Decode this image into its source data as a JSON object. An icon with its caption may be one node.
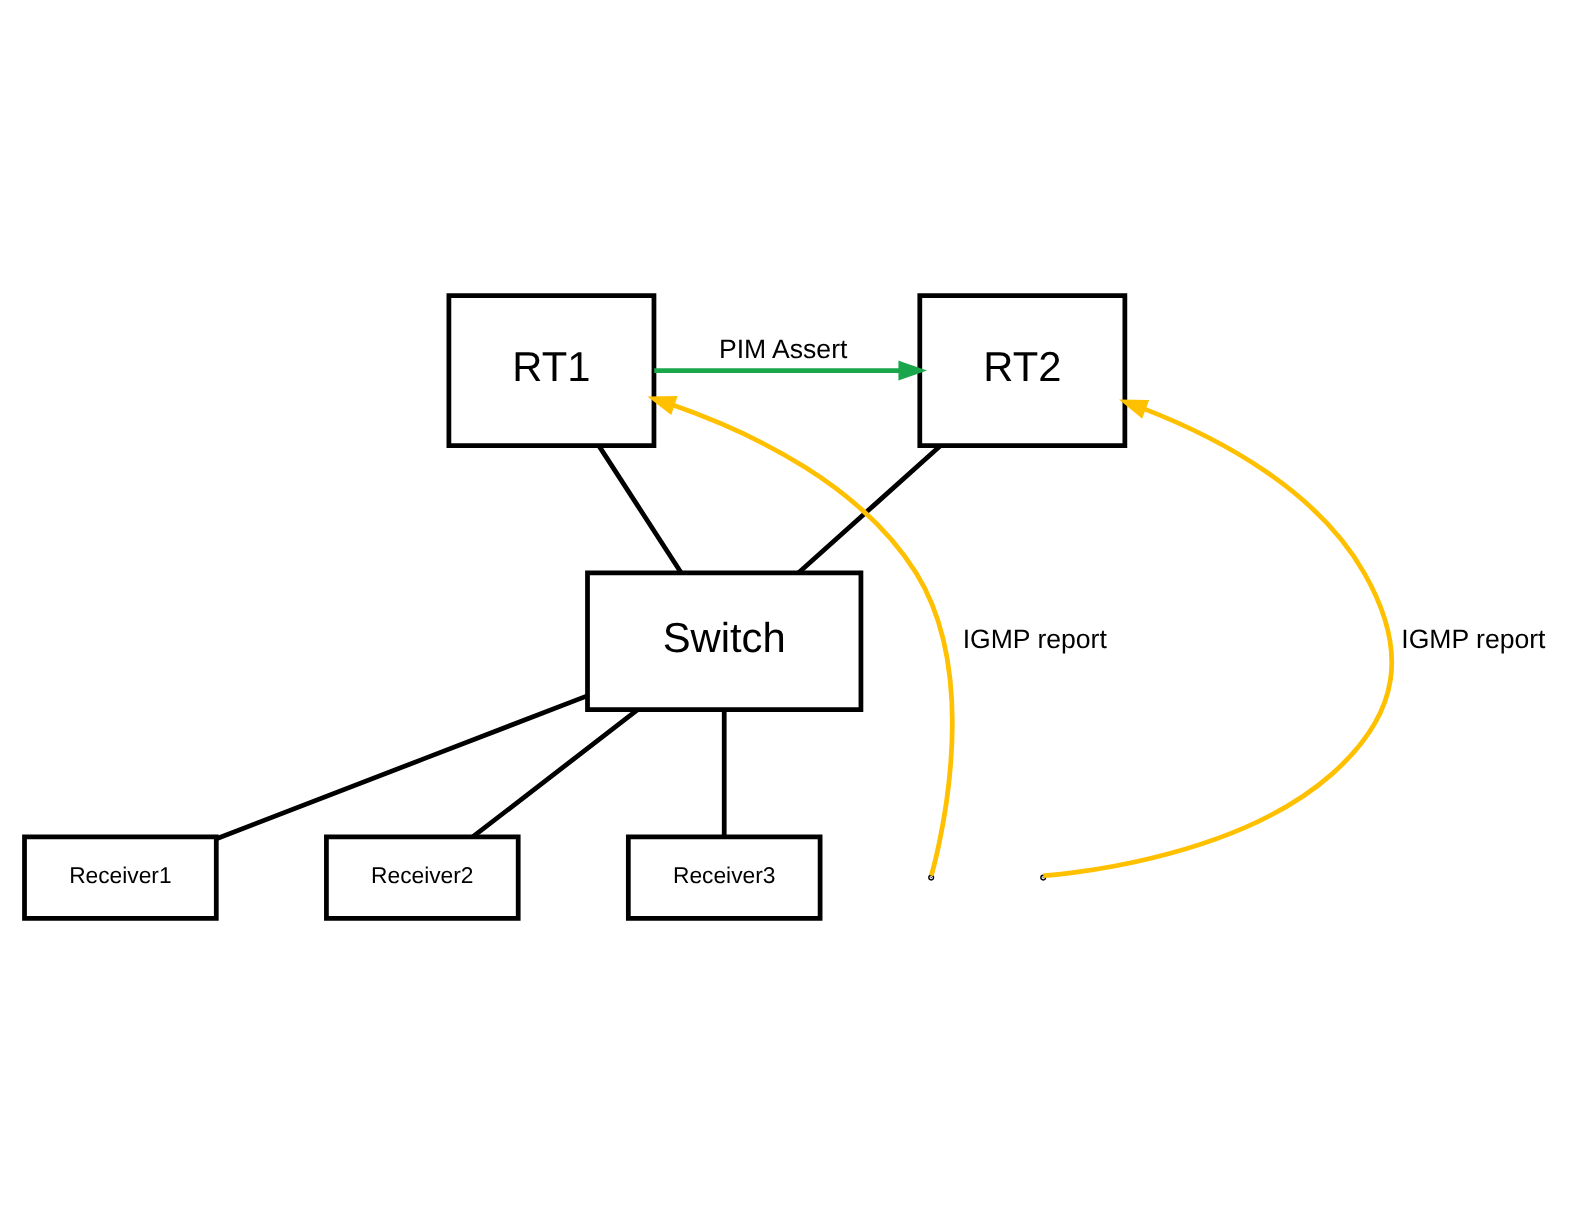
{
  "diagram": {
    "nodes": [
      {
        "text": [
          "RT1"
        ]
      },
      {
        "text": [
          "RT2"
        ]
      },
      {
        "text": [
          "Switch"
        ]
      },
      {
        "text": [
          "Receiver1"
        ]
      },
      {
        "text": [
          "Receiver2"
        ]
      },
      {
        "text": [
          "Receiver3"
        ]
      }
    ],
    "edges": [
      {
        "from": 0,
        "to": 2,
        "arrow": "none"
      },
      {
        "from": 1,
        "to": 2,
        "arrow": "none"
      },
      {
        "from": 2,
        "to": 3,
        "arrow": "none"
      },
      {
        "from": 2,
        "to": 4,
        "arrow": "none"
      },
      {
        "from": 2,
        "to": 5,
        "arrow": "none"
      },
      {
        "from": 0,
        "to": 1,
        "arrow": "to",
        "label": "PIM Assert",
        "color": "#1aa64a"
      },
      {
        "from": null,
        "to": 0,
        "arrow": "to",
        "label": "IGMP report",
        "color": "#ffc000"
      },
      {
        "from": null,
        "to": 1,
        "arrow": "to",
        "label": "IGMP report",
        "color": "#ffc000"
      }
    ]
  }
}
